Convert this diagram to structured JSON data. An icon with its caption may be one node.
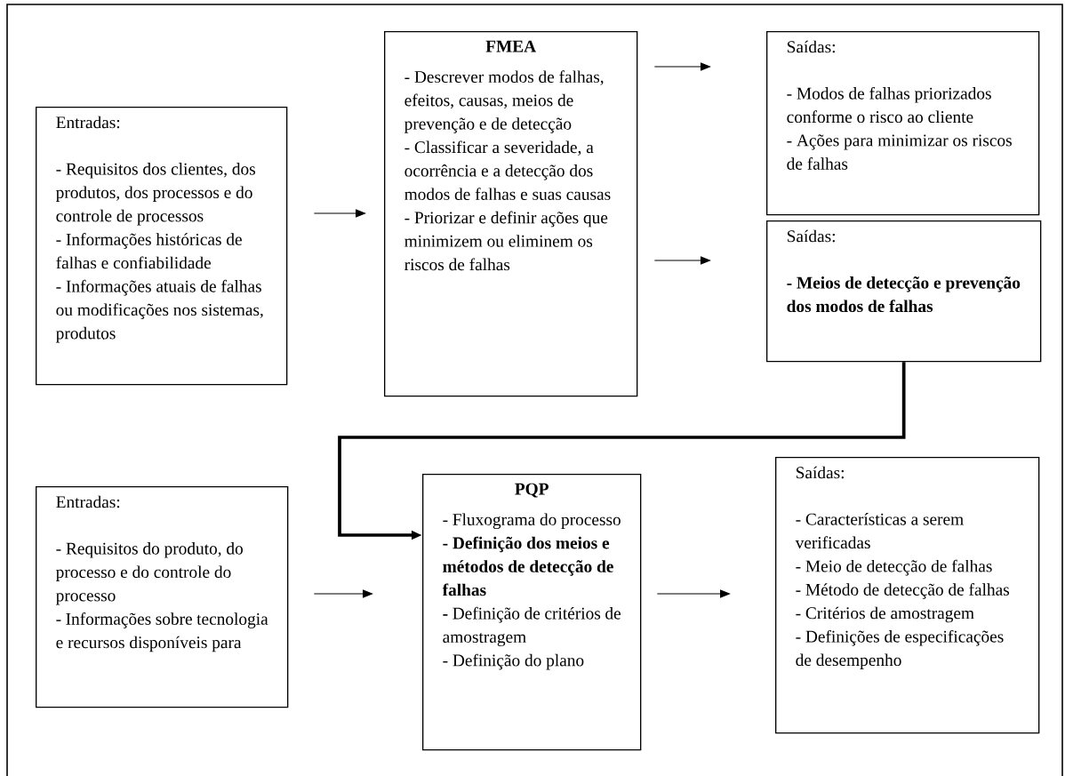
{
  "diagram": {
    "nodes": [
      {
        "text": [
          "Entradas:",
          "- Requisitos dos clientes, dos produtos, dos processos e do controle de processos",
          "- Informações históricas de falhas e confiabilidade",
          "- Informações atuais de falhas ou modificações nos sistemas, produtos"
        ]
      },
      {
        "text": [
          "FMEA",
          "- Descrever modos de falhas, efeitos, causas, meios de prevenção e de detecção",
          "- Classificar a severidade, a ocorrência e a detecção dos modos de falhas e suas causas",
          "- Priorizar e definir ações que minimizem ou eliminem os riscos de falhas"
        ]
      },
      {
        "text": [
          "Saídas:",
          "- Modos de falhas priorizados conforme o risco ao cliente",
          "- Ações para minimizar os riscos de falhas"
        ]
      },
      {
        "text": [
          "Saídas:",
          "- Meios de detecção e prevenção dos modos de falhas"
        ]
      },
      {
        "text": [
          "Entradas:",
          "- Requisitos do produto, do processo e do controle do processo",
          "- Informações sobre tecnologia e recursos disponíveis para"
        ]
      },
      {
        "text": [
          "PQP",
          "- Fluxograma do processo",
          "- Definição dos meios e métodos de detecção de falhas",
          "**-** Definição de critérios de amostragem",
          "- Definição do plano"
        ]
      },
      {
        "text": [
          "Saídas:",
          "- Características a serem verificadas",
          "- Meio de detecção de falhas",
          "- Método de detecção de falhas",
          "- Critérios de amostragem",
          "- Definições de especificações de desempenho"
        ]
      }
    ],
    "edges": [
      {
        "from": 0,
        "to": 1,
        "arrow": "to"
      },
      {
        "from": 1,
        "to": 2,
        "arrow": "to"
      },
      {
        "from": 1,
        "to": 3,
        "arrow": "to"
      },
      {
        "from": 3,
        "to": 5,
        "arrow": "to",
        "style": "thick"
      },
      {
        "from": 4,
        "to": 5,
        "arrow": "to"
      },
      {
        "from": 5,
        "to": 6,
        "arrow": "to"
      }
    ]
  }
}
